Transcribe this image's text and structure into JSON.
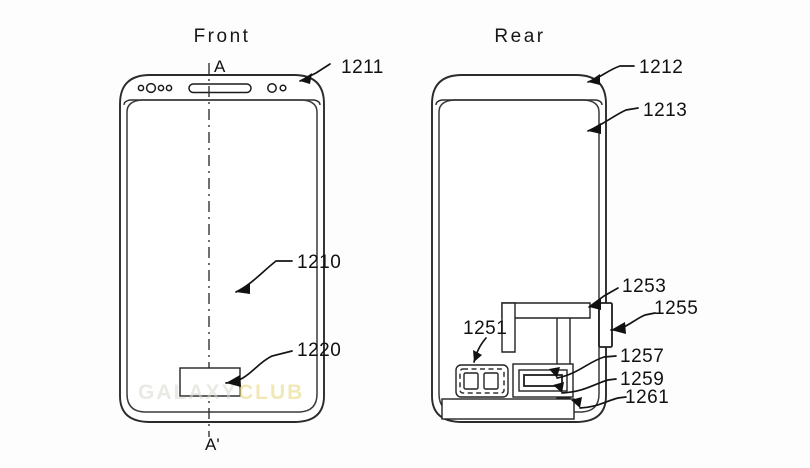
{
  "figure": {
    "type": "patent-drawing",
    "description": "Patent figure showing front and rear views of a smartphone with internal antenna components",
    "views": [
      {
        "id": "front",
        "title": "Front"
      },
      {
        "id": "rear",
        "title": "Rear"
      }
    ],
    "section_markers": [
      {
        "id": "a-top",
        "text": "A"
      },
      {
        "id": "a-bottom",
        "text": "A'"
      }
    ],
    "reference_numerals": [
      {
        "id": "1211",
        "text": "1211",
        "view": "front",
        "target": "top-edge-bezel"
      },
      {
        "id": "1210",
        "text": "1210",
        "view": "front",
        "target": "display-panel"
      },
      {
        "id": "1220",
        "text": "1220",
        "view": "front",
        "target": "fingerprint-sensor-area"
      },
      {
        "id": "1212",
        "text": "1212",
        "view": "rear",
        "target": "top-edge-bezel"
      },
      {
        "id": "1213",
        "text": "1213",
        "view": "rear",
        "target": "rear-cover"
      },
      {
        "id": "1253",
        "text": "1253",
        "view": "rear",
        "target": "antenna-trace-upper"
      },
      {
        "id": "1255",
        "text": "1255",
        "view": "rear",
        "target": "side-antenna-contact"
      },
      {
        "id": "1251",
        "text": "1251",
        "view": "rear",
        "target": "camera-module"
      },
      {
        "id": "1257",
        "text": "1257",
        "view": "rear",
        "target": "inner-conductive-pattern"
      },
      {
        "id": "1259",
        "text": "1259",
        "view": "rear",
        "target": "outer-conductive-pattern"
      },
      {
        "id": "1261",
        "text": "1261",
        "view": "rear",
        "target": "bottom-bar-component"
      }
    ],
    "watermark": {
      "text_left": "GALAXY",
      "text_right": "CLUB",
      "color_left": "#ddd9cf",
      "color_right": "#e8d87a"
    },
    "colors": {
      "line": "#1e1e1e",
      "background": "#fdfdfd",
      "part_fill": "#ffffff"
    }
  }
}
